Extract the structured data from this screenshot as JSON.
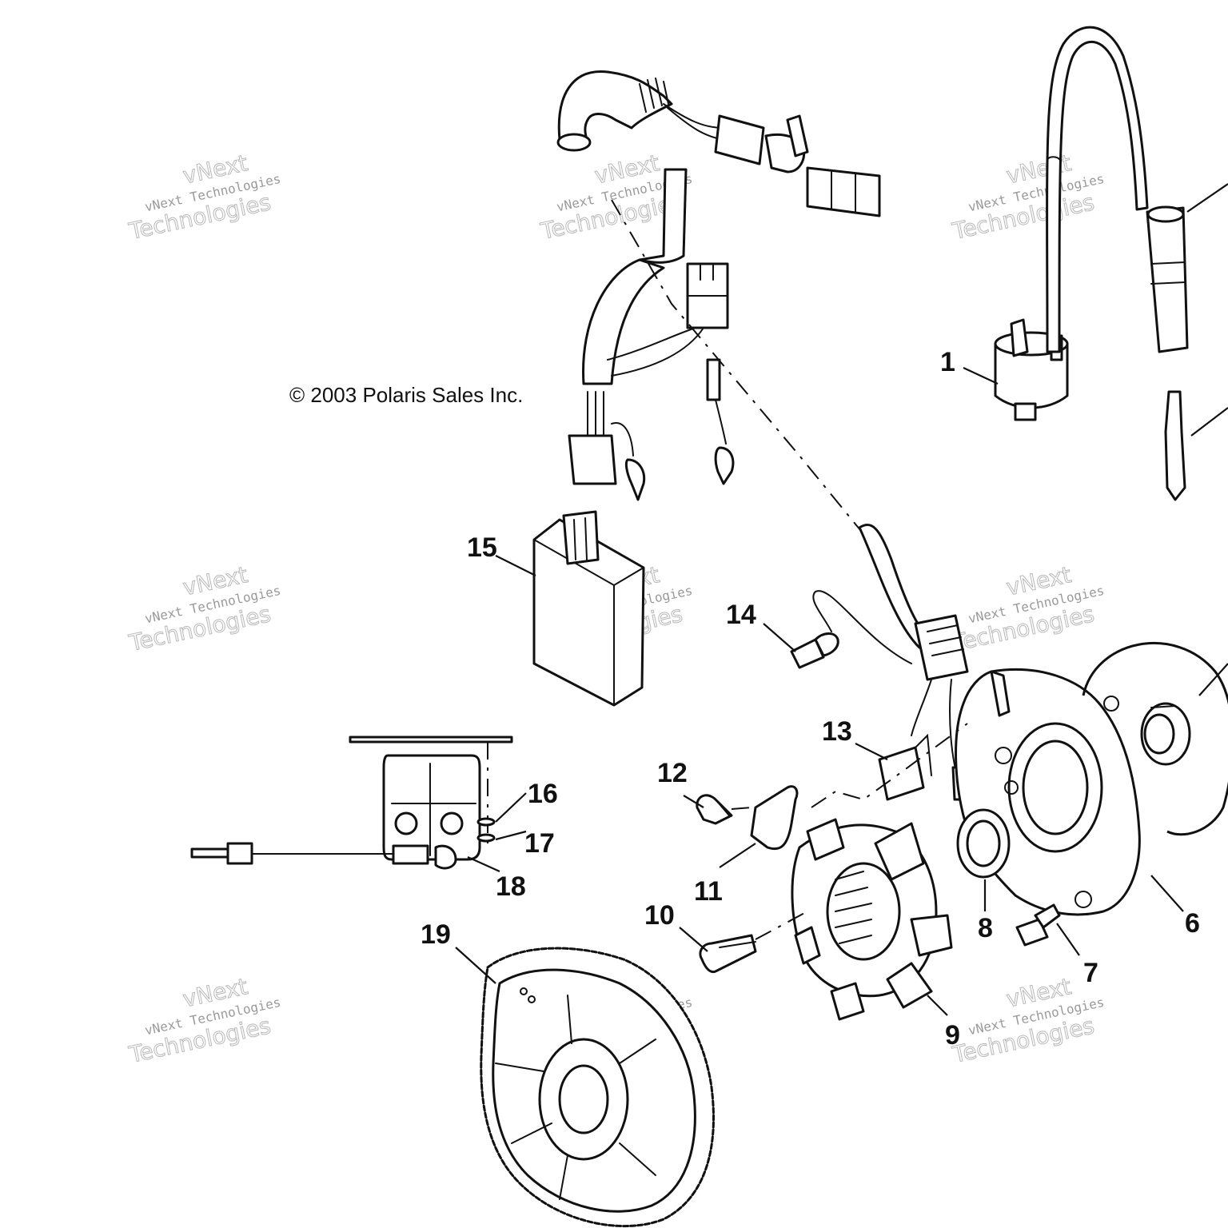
{
  "copyright": "© 2003 Polaris Sales Inc.",
  "watermark": {
    "brand": "vNext",
    "line": "vNext Technologies",
    "big": "Technologies"
  },
  "callouts": {
    "c1": "1",
    "c6": "6",
    "c7": "7",
    "c8": "8",
    "c9": "9",
    "c10": "10",
    "c11": "11",
    "c12": "12",
    "c13": "13",
    "c14": "14",
    "c15": "15",
    "c16": "16",
    "c17": "17",
    "c18": "18",
    "c19": "19"
  }
}
